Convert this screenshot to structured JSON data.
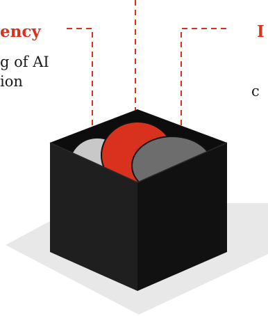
{
  "labels": {
    "left_heading": "ency",
    "left_line1": "g of AI",
    "left_line2": "ion",
    "right_heading": "I",
    "right_line1": "c"
  },
  "colors": {
    "accent_red": "#d8321f",
    "box_dark": "#1f1f1f",
    "box_black": "#0d0d0d",
    "ball_light": "#c8c8c8",
    "ball_mid": "#6d6d6d",
    "shadow": "#e8e8e8",
    "leader_line": "#d8321f"
  }
}
